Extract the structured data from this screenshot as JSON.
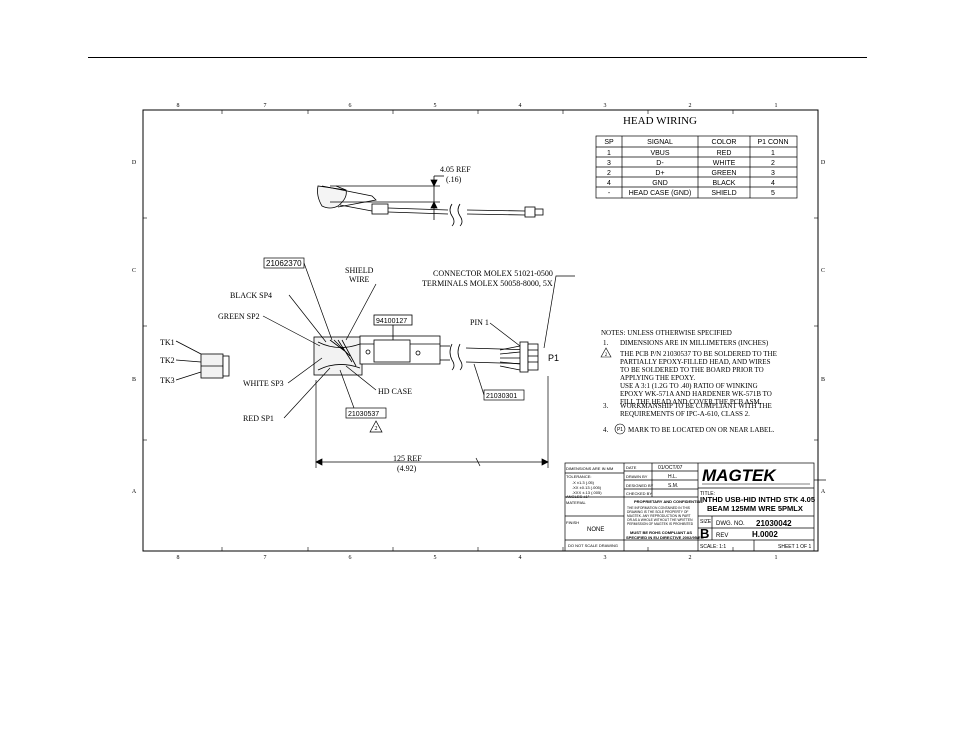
{
  "zone_columns": [
    "8",
    "7",
    "6",
    "5",
    "4",
    "3",
    "2",
    "1"
  ],
  "zone_rows": [
    "D",
    "C",
    "B",
    "A"
  ],
  "head_wiring": {
    "title": "HEAD WIRING",
    "headers": [
      "SP",
      "SIGNAL",
      "COLOR",
      "P1 CONN"
    ],
    "rows": [
      [
        "1",
        "VBUS",
        "RED",
        "1"
      ],
      [
        "3",
        "D-",
        "WHITE",
        "2"
      ],
      [
        "2",
        "D+",
        "GREEN",
        "3"
      ],
      [
        "4",
        "GND",
        "BLACK",
        "4"
      ],
      [
        "-",
        "HEAD CASE (GND)",
        "SHIELD",
        "5"
      ]
    ]
  },
  "dimensions": {
    "ref_mm": "4.05 REF",
    "ref_in": "(.16)",
    "length_mm": "125 REF",
    "length_in": "(4.92)"
  },
  "callouts": {
    "part_head": "21062370",
    "shield_wire_1": "SHIELD",
    "shield_wire_2": "WIRE",
    "black_sp4": "BLACK SP4",
    "green_sp2": "GREEN SP2",
    "label_part": "94100127",
    "connector_1": "CONNECTOR MOLEX 51021-0500",
    "connector_2": "TERMINALS MOLEX 50058-8000, 5X",
    "pin1": "PIN 1",
    "p1": "P1",
    "tk1": "TK1",
    "tk2": "TK2",
    "tk3": "TK3",
    "white_sp3": "WHITE SP3",
    "hd_case": "HD CASE",
    "red_sp1": "RED SP1",
    "pcb_part": "21030537",
    "cable_part": "21030301",
    "note_flag": "2"
  },
  "notes": {
    "header": "NOTES: UNLESS OTHERWISE SPECIFIED",
    "items": [
      {
        "num": "1.",
        "lines": [
          "DIMENSIONS ARE IN MILLIMETERS (INCHES)"
        ]
      },
      {
        "num": "2",
        "lines": [
          "THE PCB P/N 21030537 TO BE SOLDERED TO THE",
          "PARTIALLY EPOXY-FILLED HEAD, AND WIRES",
          "TO BE SOLDERED TO THE BOARD PRIOR TO",
          "APPLYING THE EPOXY.",
          "USE A 3:1 (1.2G TO .40) RATIO OF WINKING",
          "EPOXY WK-571A AND HARDENER WK-571B TO",
          "FILL THE HEAD AND COVER THE PCB ASM."
        ]
      },
      {
        "num": "3.",
        "lines": [
          "WORKMANSHIP TO BE COMPLIANT WITH THE",
          "REQUIREMENTS OF IPC-A-610, CLASS 2."
        ]
      },
      {
        "num": "4.",
        "lines": [
          "MARK TO BE LOCATED ON OR NEAR LABEL."
        ],
        "symbol": "P1"
      }
    ]
  },
  "title_block": {
    "dims_label": "DIMENSIONS ARE IN MM",
    "tolerance_label": "TOLERANCE:",
    "tol_lines": [
      ".X ±1.3 (.05)",
      ".XX ±0.13 (.005)",
      ".XXX ±.13 (.005)",
      "ANGLES ±1°"
    ],
    "date_label": "DATE",
    "date_value": "01/OCT/07",
    "drawn_label": "DRAWN BY",
    "drawn_value": "H.L.",
    "designed_label": "DESIGNED BY",
    "designed_value": "S.M.",
    "checked_label": "CHECKED BY",
    "material_label": "MATERIAL",
    "proprietary_title": "PROPRIETARY AND CONFIDENTIAL",
    "proprietary_lines": [
      "THE INFORMATION CONTAINED IN THIS",
      "DRAWING IS THE SOLE PROPERTY OF",
      "MAGTEK. ANY REPRODUCTION IN PART",
      "OR AS A WHOLE WITHOUT THE WRITTEN",
      "PERMISSION OF MAGTEK IS PROHIBITED"
    ],
    "finish_label": "FINISH",
    "finish_value": "NONE",
    "rohs_lines": [
      "MUST BE ROHS COMPLIANT AS",
      "SPECIFIED IN EU DIRECTIVE 2002/95/EC"
    ],
    "do_not_scale": "DO NOT SCALE DRAWING",
    "company": "MAGTEK",
    "title_label": "TITLE:",
    "title_line1": "INTHD USB-HID INTHD STK 4.05",
    "title_line2": "BEAM 125MM WRE 5PMLX",
    "size_label": "SIZE",
    "size_value": "B",
    "dwg_label": "DWG. NO.",
    "dwg_value": "21030042",
    "rev_label": "REV",
    "rev_value": "H.0002",
    "scale": "SCALE: 1:1",
    "sheet": "SHEET 1 OF 1"
  }
}
